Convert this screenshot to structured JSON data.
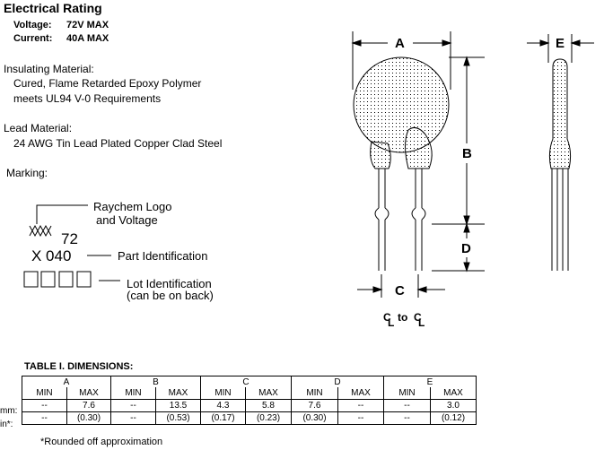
{
  "electrical": {
    "heading": "Electrical Rating",
    "voltage_label": "Voltage:",
    "voltage_value": "72V MAX",
    "current_label": "Current:",
    "current_value": "40A MAX"
  },
  "insulating": {
    "label": "Insulating Material:",
    "line1": "Cured, Flame Retarded Epoxy Polymer",
    "line2": "meets UL94 V-0 Requirements"
  },
  "lead": {
    "label": "Lead Material:",
    "line1": "24 AWG Tin Lead Plated Copper Clad Steel"
  },
  "marking": {
    "label": "Marking:",
    "logo_line1": "Raychem Logo",
    "logo_line2": "and Voltage",
    "voltage_mark": "72",
    "part_mark": "X 040",
    "part_label": "Part Identification",
    "lot_line1": "Lot Identification",
    "lot_line2": "(can be on back)"
  },
  "drawing": {
    "dim_a": "A",
    "dim_b": "B",
    "dim_c": "C",
    "dim_d": "D",
    "dim_e": "E",
    "c_to_c_left": "C",
    "c_to_c_mid": "to",
    "c_to_c_right": "C",
    "c_sub": "L"
  },
  "table": {
    "title": "TABLE I. DIMENSIONS:",
    "groups": [
      "A",
      "B",
      "C",
      "D",
      "E"
    ],
    "sub_headers": [
      "MIN",
      "MAX",
      "MIN",
      "MAX",
      "MIN",
      "MAX",
      "MIN",
      "MAX",
      "MIN",
      "MAX"
    ],
    "row_mm_label": "mm:",
    "row_mm": [
      "--",
      "7.6",
      "--",
      "13.5",
      "4.3",
      "5.8",
      "7.6",
      "--",
      "--",
      "3.0"
    ],
    "row_in_label": "in*:",
    "row_in": [
      "--",
      "(0.30)",
      "--",
      "(0.53)",
      "(0.17)",
      "(0.23)",
      "(0.30)",
      "--",
      "--",
      "(0.12)"
    ],
    "footnote": "*Rounded off approximation"
  },
  "colors": {
    "ink": "#000000",
    "paper": "#ffffff"
  }
}
